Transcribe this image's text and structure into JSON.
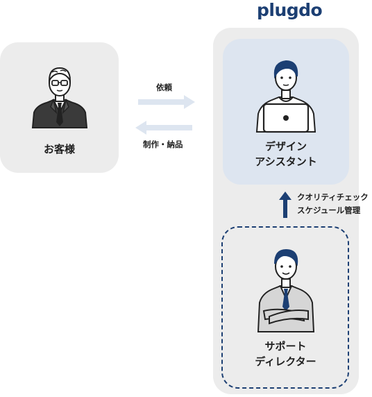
{
  "logo": "plugdo",
  "customer": {
    "label": "お客様"
  },
  "flows": {
    "request": "依頼",
    "delivery": "制作・納品"
  },
  "assistant": {
    "line1": "デザイン",
    "line2": "アシスタント"
  },
  "management": {
    "line1": "クオリティチェック",
    "line2": "スケジュール管理"
  },
  "director": {
    "line1": "サポート",
    "line2": "ディレクター"
  },
  "colors": {
    "accent": "#1c3f73",
    "panel": "#ececec",
    "assistant_bg": "#dde5f0",
    "arrow_light": "#dde5f0"
  }
}
